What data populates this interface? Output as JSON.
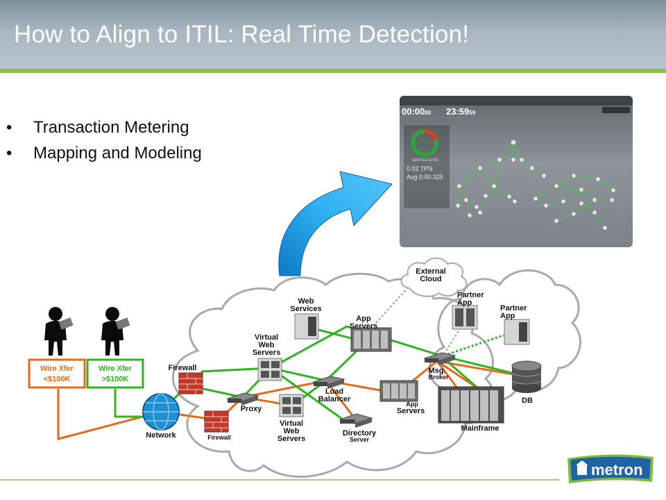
{
  "slide": {
    "title": "How to Align to ITIL: Real Time Detection!",
    "bullets": [
      "Transaction Metering",
      "Mapping and Modeling"
    ]
  },
  "dashboard": {
    "time_start": "00:00",
    "time_start_sec": "00",
    "time_end": "23:59",
    "time_end_sec": "59",
    "service_level_pct": "89.22%",
    "service_level_label": "SERVICE LEVEL",
    "tps": "0.02 TPS",
    "avg": "Avg 0:00.325"
  },
  "diagram": {
    "external_cloud": "External\nCloud",
    "web_services": "Web\nServices",
    "app_servers_top": "App\nServers",
    "virtual_web_servers_top": "Virtual\nWeb\nServers",
    "firewall_top": "Firewall",
    "proxy": "Proxy",
    "load_balancer": "Load\nBalancer",
    "virtual_web_servers_bottom": "Virtual\nWeb\nServers",
    "directory_server_1": "Directory",
    "directory_server_2": "Server",
    "app_servers_bottom_1": "App",
    "app_servers_bottom_2": "Servers",
    "msg_broker_1": "Msg.",
    "msg_broker_2": "Broker",
    "partner_app_1": "Partner\nApp",
    "partner_app_2": "Partner\nApp",
    "db": "DB",
    "mainframe": "Mainframe",
    "network": "Network",
    "firewall_bottom": "Firewall",
    "wire_xfer_low_1": "Wire Xfer",
    "wire_xfer_low_2": "<$100K",
    "wire_xfer_high_1": "Wire Xfer",
    "wire_xfer_high_2": ">$100K"
  },
  "logo": {
    "text": "metron"
  },
  "colors": {
    "title_stripe": "#8cbf46",
    "green_link": "#2db51e",
    "orange_link": "#e66a1a",
    "arrow_blue": "#1a9be0",
    "logo_blue": "#1f63a3",
    "logo_green": "#7dbb3c"
  }
}
